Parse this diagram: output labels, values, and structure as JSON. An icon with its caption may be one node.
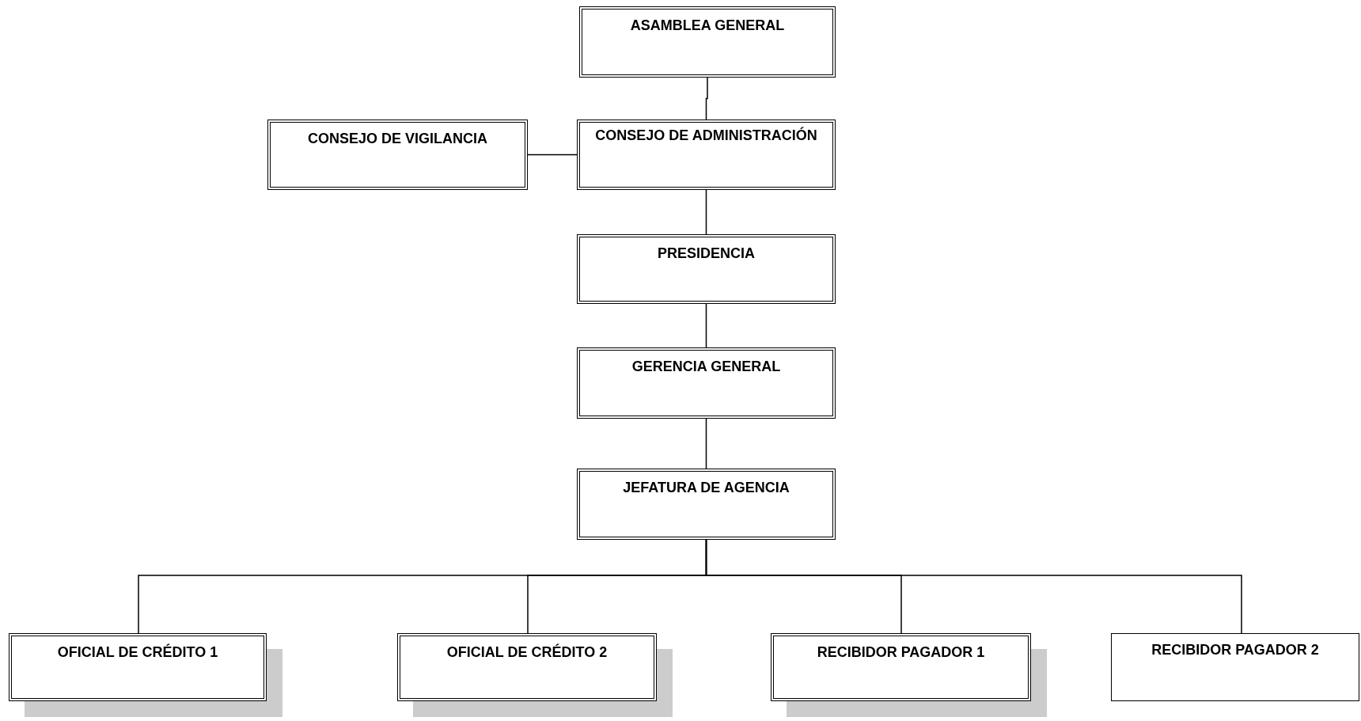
{
  "diagram": {
    "nodes": [
      {
        "text": [
          "ASAMBLEA GENERAL"
        ]
      },
      {
        "text": [
          "CONSEJO DE VIGILANCIA"
        ]
      },
      {
        "text": [
          "CONSEJO DE ADMINISTRACIÓN"
        ]
      },
      {
        "text": [
          "PRESIDENCIA"
        ]
      },
      {
        "text": [
          "GERENCIA GENERAL"
        ]
      },
      {
        "text": [
          "JEFATURA DE AGENCIA"
        ]
      },
      {
        "text": [
          "OFICIAL DE CRÉDITO 1"
        ]
      },
      {
        "text": [
          "OFICIAL DE CRÉDITO 2"
        ]
      },
      {
        "text": [
          "RECIBIDOR PAGADOR 1"
        ]
      },
      {
        "text": [
          "RECIBIDOR PAGADOR 2"
        ]
      }
    ],
    "edges": [
      {
        "from": 0,
        "to": 2,
        "arrow": "none"
      },
      {
        "from": 1,
        "to": 2,
        "arrow": "none"
      },
      {
        "from": 2,
        "to": 3,
        "arrow": "none"
      },
      {
        "from": 3,
        "to": 4,
        "arrow": "none"
      },
      {
        "from": 4,
        "to": 5,
        "arrow": "none"
      },
      {
        "from": 5,
        "to": 6,
        "arrow": "none"
      },
      {
        "from": 5,
        "to": 7,
        "arrow": "none"
      },
      {
        "from": 5,
        "to": 8,
        "arrow": "none"
      },
      {
        "from": 5,
        "to": 9,
        "arrow": "none"
      }
    ]
  }
}
